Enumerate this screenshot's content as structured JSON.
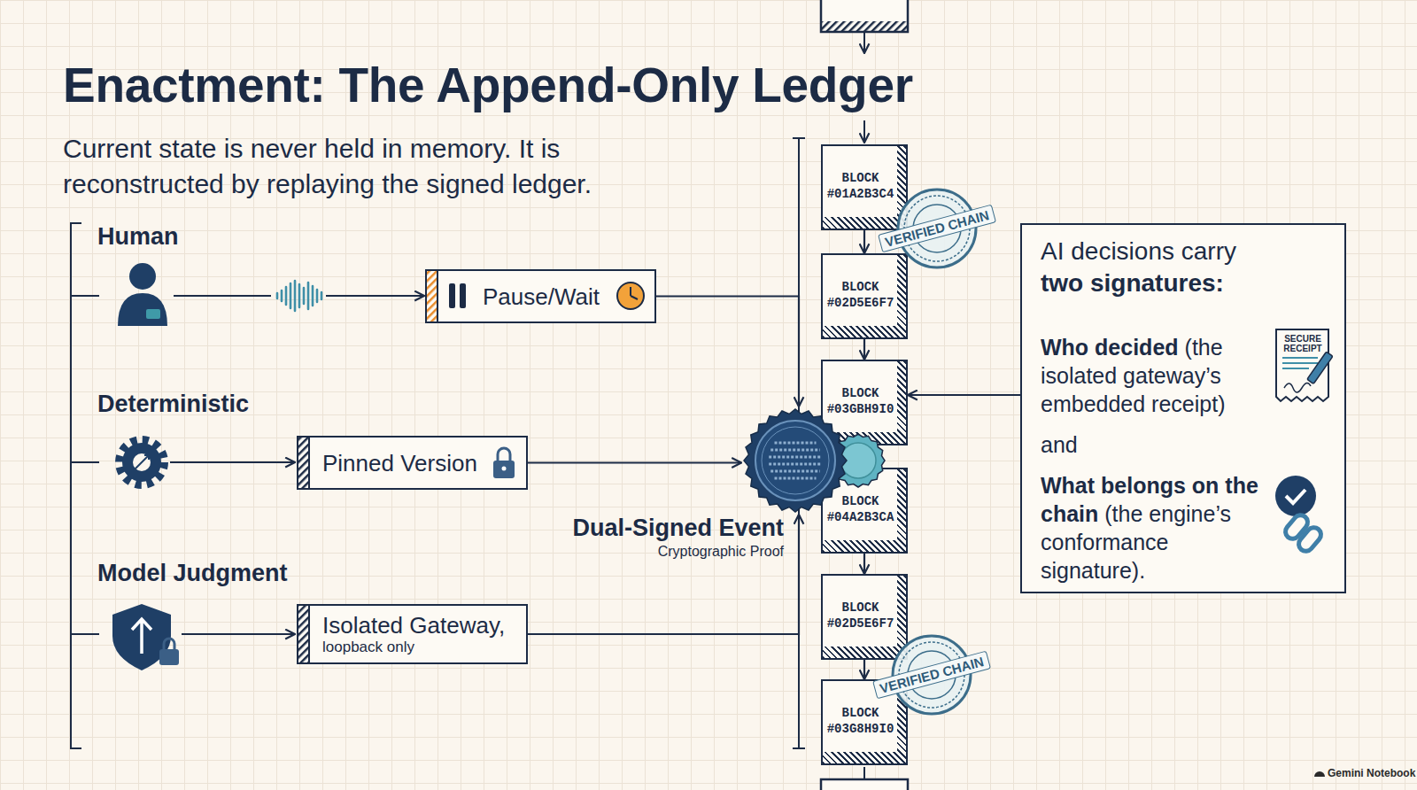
{
  "diagram": {
    "title": "Enactment: The Append-Only Ledger",
    "caption": "Current state is never held in memory. It is reconstructed by replaying the signed ledger.",
    "nodes": [
      {
        "text": [
          "Pause/Wait"
        ]
      },
      {
        "text": [
          "Pinned Version"
        ]
      },
      {
        "text": [
          "Isolated Gateway,",
          "loopback only"
        ]
      },
      {
        "text": [
          "Dual-Signed Event",
          "Cryptographic Proof"
        ]
      },
      {
        "text": [
          "BLOCK #01A2B3C4"
        ]
      },
      {
        "text": [
          "BLOCK #02D5E6F7"
        ]
      },
      {
        "text": [
          "BLOCK #03GBH9I0"
        ]
      },
      {
        "text": [
          "BLOCK #04A2B3CA"
        ]
      },
      {
        "text": [
          "BLOCK #02D5E6F7"
        ]
      },
      {
        "text": [
          "BLOCK #03G8H9I0"
        ]
      },
      {
        "text": [
          "AI decisions carry",
          "two signatures:",
          "Who decided",
          "(the isolated gateway’s embedded receipt)",
          "and",
          "What belongs on the chain",
          "(the engine’s conformance signature)."
        ]
      }
    ],
    "edges": [
      {
        "from": 0,
        "to": 3,
        "arrow": "to"
      },
      {
        "from": 1,
        "to": 3,
        "arrow": "to"
      },
      {
        "from": 2,
        "to": 3,
        "arrow": "to"
      },
      {
        "from": 4,
        "to": 5,
        "arrow": "to"
      },
      {
        "from": 5,
        "to": 6,
        "arrow": "to"
      },
      {
        "from": 6,
        "to": 7,
        "arrow": "to"
      },
      {
        "from": 7,
        "to": 8,
        "arrow": "to"
      },
      {
        "from": 8,
        "to": 9,
        "arrow": "to"
      },
      {
        "from": 10,
        "to": 6,
        "arrow": "to"
      }
    ],
    "labels": [
      "Human",
      "Deterministic",
      "Model Judgment",
      "VERIFIED CHAIN",
      "VERIFIED CHAIN",
      "SECURE RECEIPT",
      "Gemini Notebook"
    ]
  }
}
